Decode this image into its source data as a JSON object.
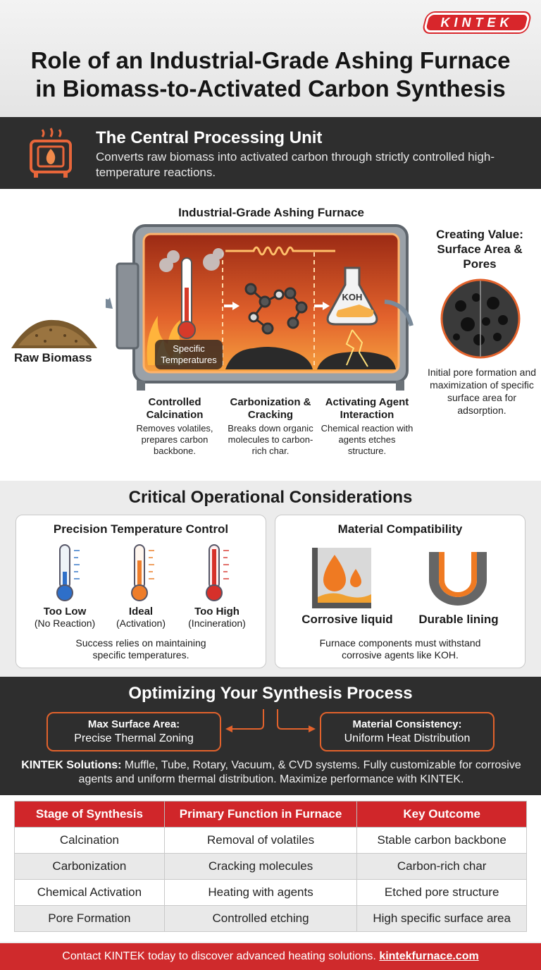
{
  "brand": {
    "logo_text": "KINTEK"
  },
  "header": {
    "title_line1": "Role of an Industrial-Grade Ashing Furnace",
    "title_line2": "in Biomass-to-Activated Carbon Synthesis"
  },
  "banner": {
    "title": "The Central Processing Unit",
    "text": "Converts raw biomass into activated carbon through strictly controlled high-temperature reactions."
  },
  "process": {
    "furnace_label": "Industrial-Grade Ashing Furnace",
    "raw_biomass": "Raw Biomass",
    "specific_temp_line1": "Specific",
    "specific_temp_line2": "Temperatures",
    "koh_label": "KOH",
    "value_title": "Creating Value: Surface Area & Pores",
    "value_text": "Initial pore formation and maximization of specific surface area for adsorption.",
    "stages": [
      {
        "title": "Controlled Calcination",
        "text": "Removes volatiles, prepares carbon backbone."
      },
      {
        "title": "Carbonization & Cracking",
        "text": "Breaks down organic molecules to carbon-rich char."
      },
      {
        "title": "Activating Agent Interaction",
        "text": "Chemical reaction with agents etches structure."
      }
    ]
  },
  "considerations": {
    "title": "Critical Operational Considerations",
    "precision": {
      "title": "Precision Temperature Control",
      "items": [
        {
          "label": "Too Low",
          "sub": "(No Reaction)"
        },
        {
          "label": "Ideal",
          "sub": "(Activation)"
        },
        {
          "label": "Too High",
          "sub": "(Incineration)"
        }
      ],
      "footer": "Success relies on maintaining specific temperatures."
    },
    "material": {
      "title": "Material Compatibility",
      "items": [
        {
          "label": "Corrosive liquid"
        },
        {
          "label": "Durable lining"
        }
      ],
      "footer": "Furnace components must withstand corrosive agents like KOH."
    }
  },
  "optimizing": {
    "title": "Optimizing Your Synthesis Process",
    "left_box": {
      "line1": "Max Surface Area:",
      "line2": "Precise Thermal Zoning"
    },
    "right_box": {
      "line1": "Material Consistency:",
      "line2": "Uniform Heat Distribution"
    },
    "solutions_label": "KINTEK Solutions:",
    "solutions_text": " Muffle, Tube, Rotary, Vacuum, & CVD systems. Fully customizable for corrosive agents and uniform thermal distribution. Maximize performance with KINTEK."
  },
  "table": {
    "headers": [
      "Stage of Synthesis",
      "Primary Function in Furnace",
      "Key Outcome"
    ],
    "rows": [
      [
        "Calcination",
        "Removal of volatiles",
        "Stable carbon backbone"
      ],
      [
        "Carbonization",
        "Cracking molecules",
        "Carbon-rich char"
      ],
      [
        "Chemical Activation",
        "Heating with agents",
        "Etched pore structure"
      ],
      [
        "Pore Formation",
        "Controlled etching",
        "High specific surface area"
      ]
    ]
  },
  "footer": {
    "text": "Contact KINTEK today to discover advanced heating solutions. ",
    "link": "kintekfurnace.com"
  },
  "colors": {
    "accent_red": "#d0262a",
    "accent_orange": "#e2622c",
    "dark_band": "#2e2e2e"
  }
}
